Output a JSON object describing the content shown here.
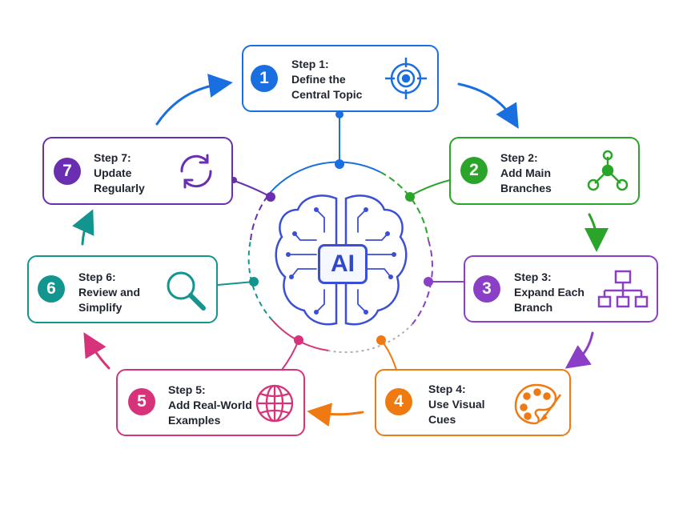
{
  "center": {
    "label": "AI"
  },
  "steps": [
    {
      "number": "1",
      "label": "Step 1:\nDefine the\nCentral Topic",
      "color": "#1a6fe0",
      "icon": "target-icon"
    },
    {
      "number": "2",
      "label": "Step 2:\nAdd Main\nBranches",
      "color": "#2aa52a",
      "icon": "branch-nodes-icon"
    },
    {
      "number": "3",
      "label": "Step 3:\nExpand Each\nBranch",
      "color": "#8a3fc6",
      "icon": "hierarchy-icon"
    },
    {
      "number": "4",
      "label": "Step 4:\nUse Visual\nCues",
      "color": "#f07a12",
      "icon": "palette-icon"
    },
    {
      "number": "5",
      "label": "Step 5:\nAdd Real-World\nExamples",
      "color": "#d6337a",
      "icon": "globe-icon"
    },
    {
      "number": "6",
      "label": "Step 6:\nReview and\nSimplify",
      "color": "#12948f",
      "icon": "magnifier-icon"
    },
    {
      "number": "7",
      "label": "Step 7:\nUpdate\nRegularly",
      "color": "#6a2fb0",
      "icon": "refresh-icon"
    }
  ]
}
